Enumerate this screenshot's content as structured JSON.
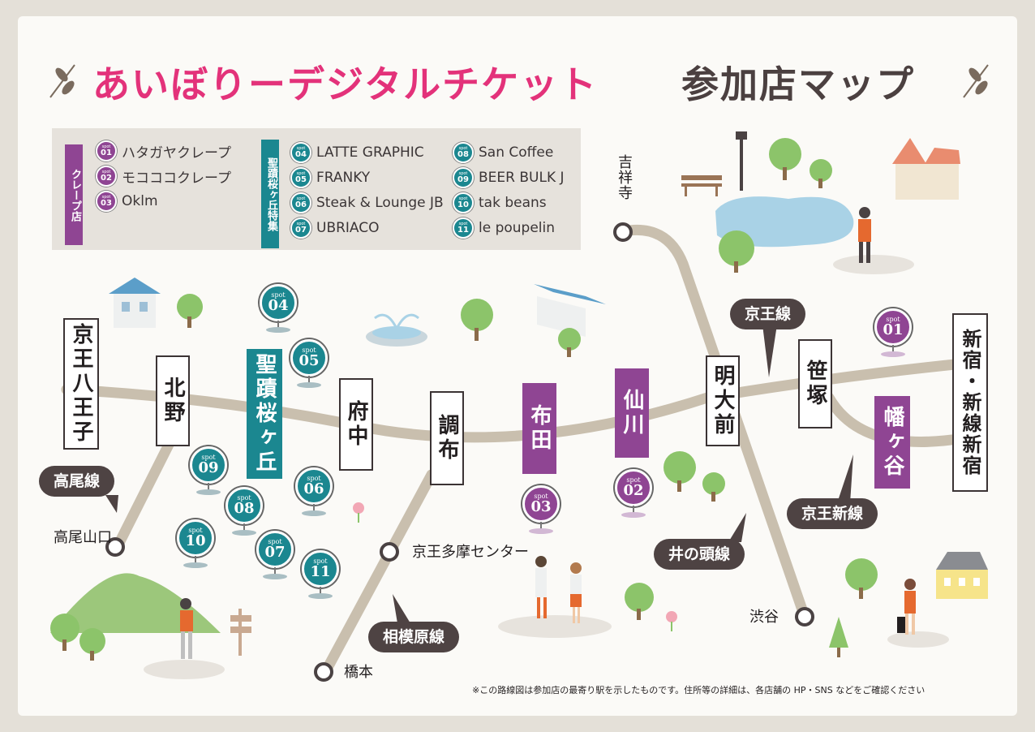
{
  "title": {
    "main": "あいぼりーデジタルチケット",
    "sub": "参加店マップ"
  },
  "colors": {
    "pink": "#e3327a",
    "teal": "#1b8790",
    "purple": "#8f4593",
    "dark": "#4e4343",
    "route": "#c9bfae"
  },
  "legend": {
    "crepe_tag": "クレープ店",
    "seiseki_tag": "聖蹟桜ヶ丘特集",
    "spot_word": "spot",
    "shops": [
      {
        "no": "01",
        "name": "ハタガヤクレープ",
        "group": "crepe"
      },
      {
        "no": "02",
        "name": "モコココクレープ",
        "group": "crepe"
      },
      {
        "no": "03",
        "name": "Oklm",
        "group": "crepe"
      },
      {
        "no": "04",
        "name": "LATTE GRAPHIC",
        "group": "seiseki"
      },
      {
        "no": "05",
        "name": "FRANKY",
        "group": "seiseki"
      },
      {
        "no": "06",
        "name": "Steak & Lounge JB",
        "group": "seiseki"
      },
      {
        "no": "07",
        "name": "UBRIACO",
        "group": "seiseki"
      },
      {
        "no": "08",
        "name": "San Coffee",
        "group": "seiseki"
      },
      {
        "no": "09",
        "name": "BEER BULK J",
        "group": "seiseki"
      },
      {
        "no": "10",
        "name": "tak beans",
        "group": "seiseki"
      },
      {
        "no": "11",
        "name": "le poupelin",
        "group": "seiseki"
      }
    ]
  },
  "stations": {
    "hachioji": "京王八王子",
    "kitano": "北野",
    "seiseki": "聖蹟桜ヶ丘",
    "fuchu": "府中",
    "chofu": "調布",
    "fuda": "布田",
    "sengawa": "仙川",
    "meidaimae": "明大前",
    "sasazuka": "笹塚",
    "hatagaya": "幡ヶ谷",
    "shinjuku": "新宿・新線新宿",
    "kichijoji": "吉祥寺",
    "takaosanguchi": "高尾山口",
    "keiotama": "京王多摩センター",
    "hashimoto": "橋本",
    "shibuya": "渋谷"
  },
  "lines": {
    "keio": "京王線",
    "takao": "高尾線",
    "keio_new": "京王新線",
    "inokashira": "井の頭線",
    "sagamihara": "相模原線"
  },
  "note": "※この路線図は参加店の最寄り駅を示したものです。住所等の詳細は、各店舗の HP・SNS などをご確認ください"
}
